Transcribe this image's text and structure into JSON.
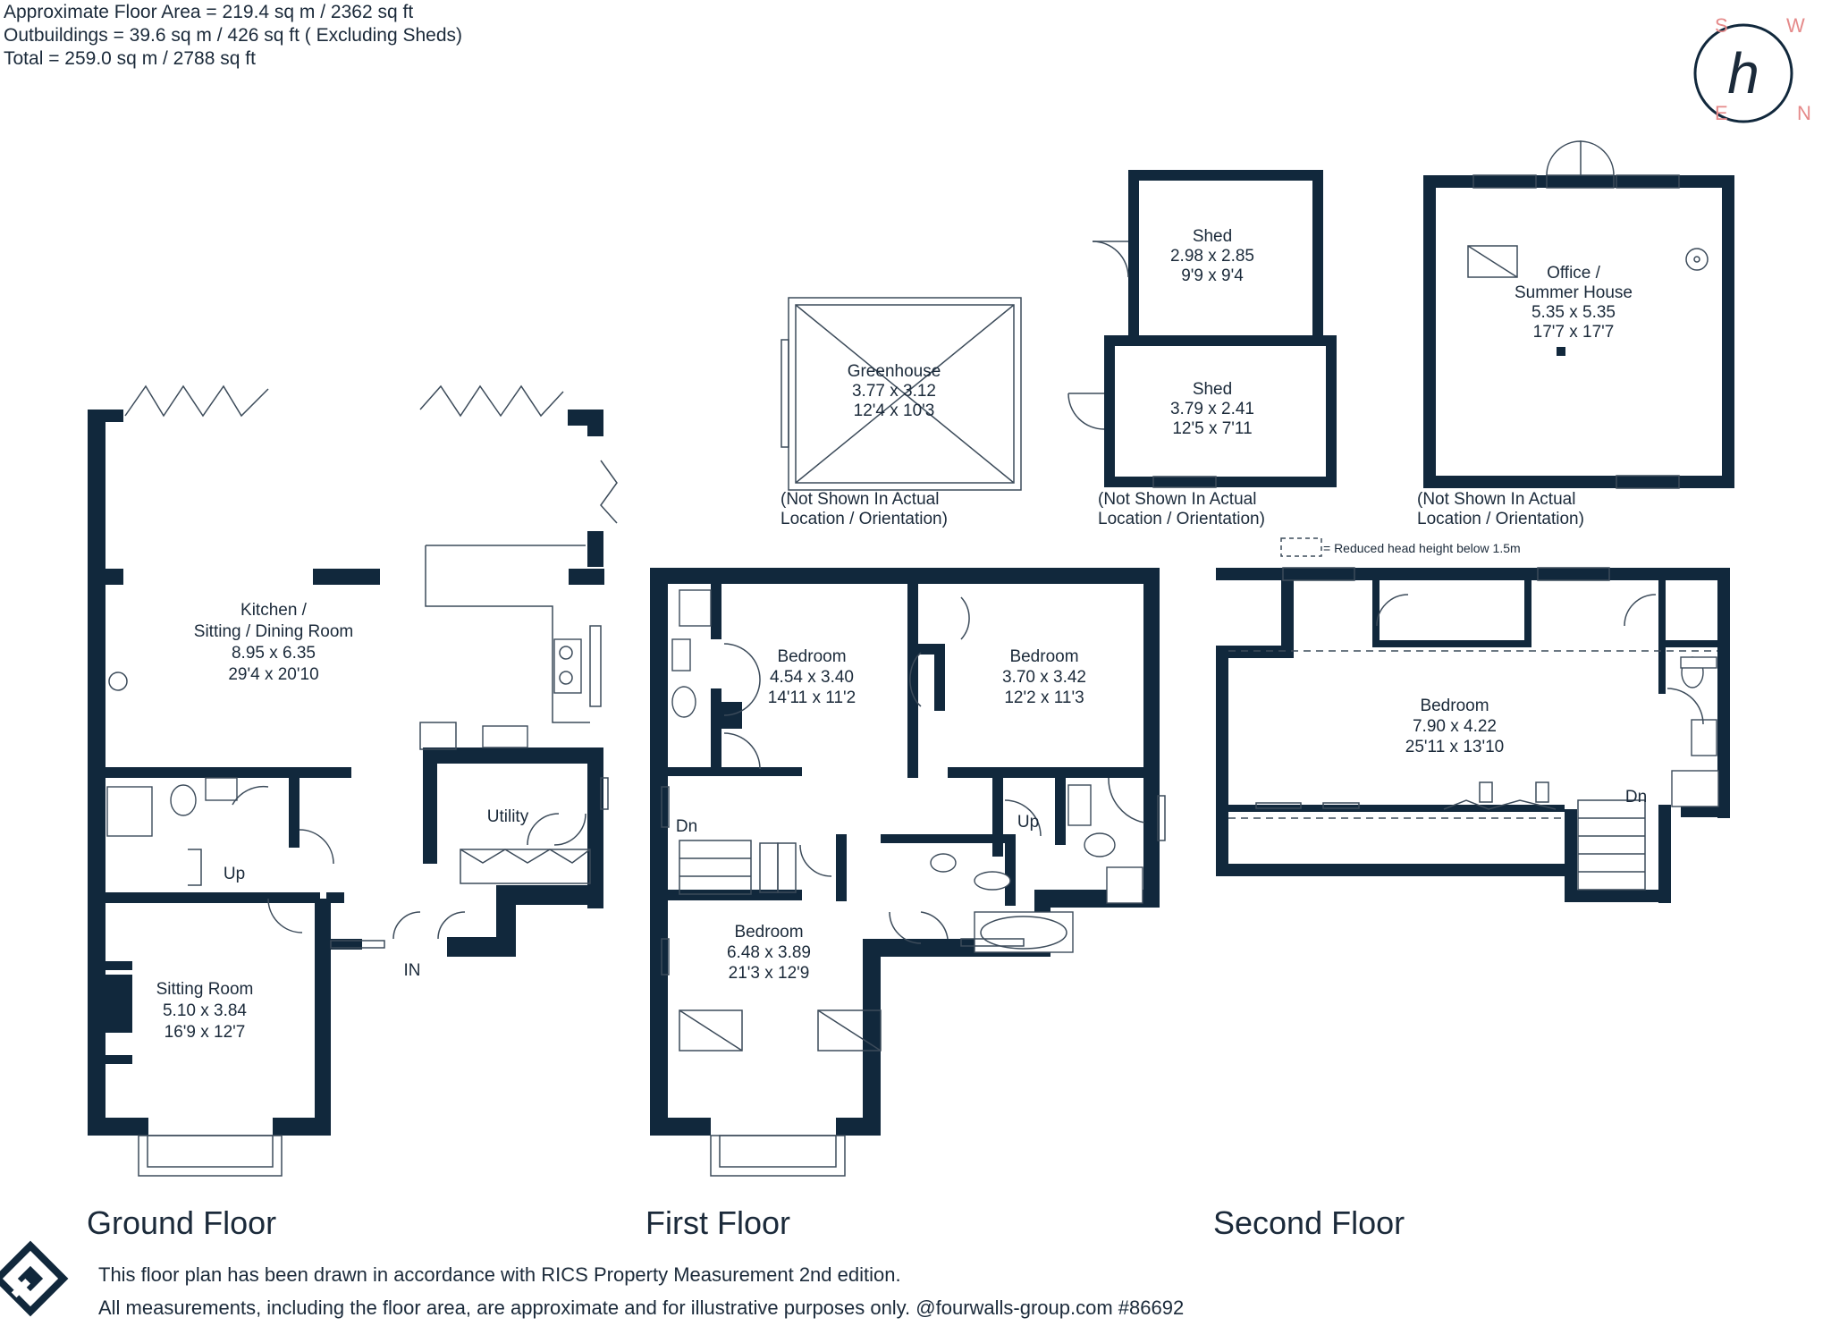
{
  "header": {
    "line1": "Approximate Floor Area = 219.4 sq m / 2362 sq ft",
    "line2": "Outbuildings = 39.6 sq m / 426 sq ft ( Excluding Sheds)",
    "line3": "Total = 259.0 sq m / 2788 sq ft"
  },
  "compass": {
    "s": "S",
    "w": "W",
    "e": "E",
    "n": "N",
    "logo": "h"
  },
  "rooms": {
    "kitchen": {
      "name1": "Kitchen /",
      "name2": "Sitting / Dining Room",
      "metric": "8.95 x 6.35",
      "imperial": "29'4 x 20'10"
    },
    "utility": {
      "name": "Utility"
    },
    "sitting": {
      "name": "Sitting Room",
      "metric": "5.10 x 3.84",
      "imperial": "16'9 x 12'7"
    },
    "greenhouse": {
      "name": "Greenhouse",
      "metric": "3.77 x 3.12",
      "imperial": "12'4 x 10'3"
    },
    "shed1": {
      "name": "Shed",
      "metric": "2.98 x 2.85",
      "imperial": "9'9 x 9'4"
    },
    "shed2": {
      "name": "Shed",
      "metric": "3.79 x 2.41",
      "imperial": "12'5 x 7'11"
    },
    "office": {
      "name1": "Office /",
      "name2": "Summer House",
      "metric": "5.35 x 5.35",
      "imperial": "17'7 x 17'7"
    },
    "bed1": {
      "name": "Bedroom",
      "metric": "4.54 x 3.40",
      "imperial": "14'11 x 11'2"
    },
    "bed2": {
      "name": "Bedroom",
      "metric": "3.70 x 3.42",
      "imperial": "12'2 x 11'3"
    },
    "bed3": {
      "name": "Bedroom",
      "metric": "6.48 x 3.89",
      "imperial": "21'3 x 12'9"
    },
    "bed4": {
      "name": "Bedroom",
      "metric": "7.90 x 4.22",
      "imperial": "25'11 x 13'10"
    }
  },
  "labels": {
    "up1": "Up",
    "in": "IN",
    "dn1": "Dn",
    "up2": "Up",
    "dn2": "Dn"
  },
  "notes": {
    "not_shown_1": "(Not Shown In Actual",
    "not_shown_2": "Location / Orientation)",
    "legend": "= Reduced head height below 1.5m"
  },
  "floors": {
    "ground": "Ground Floor",
    "first": "First Floor",
    "second": "Second Floor"
  },
  "footer": {
    "line1": "This floor plan has been drawn in accordance with RICS Property Measurement 2nd edition.",
    "line2": "All measurements, including the floor area, are approximate and for illustrative purposes only. @fourwalls-group.com #86692"
  }
}
